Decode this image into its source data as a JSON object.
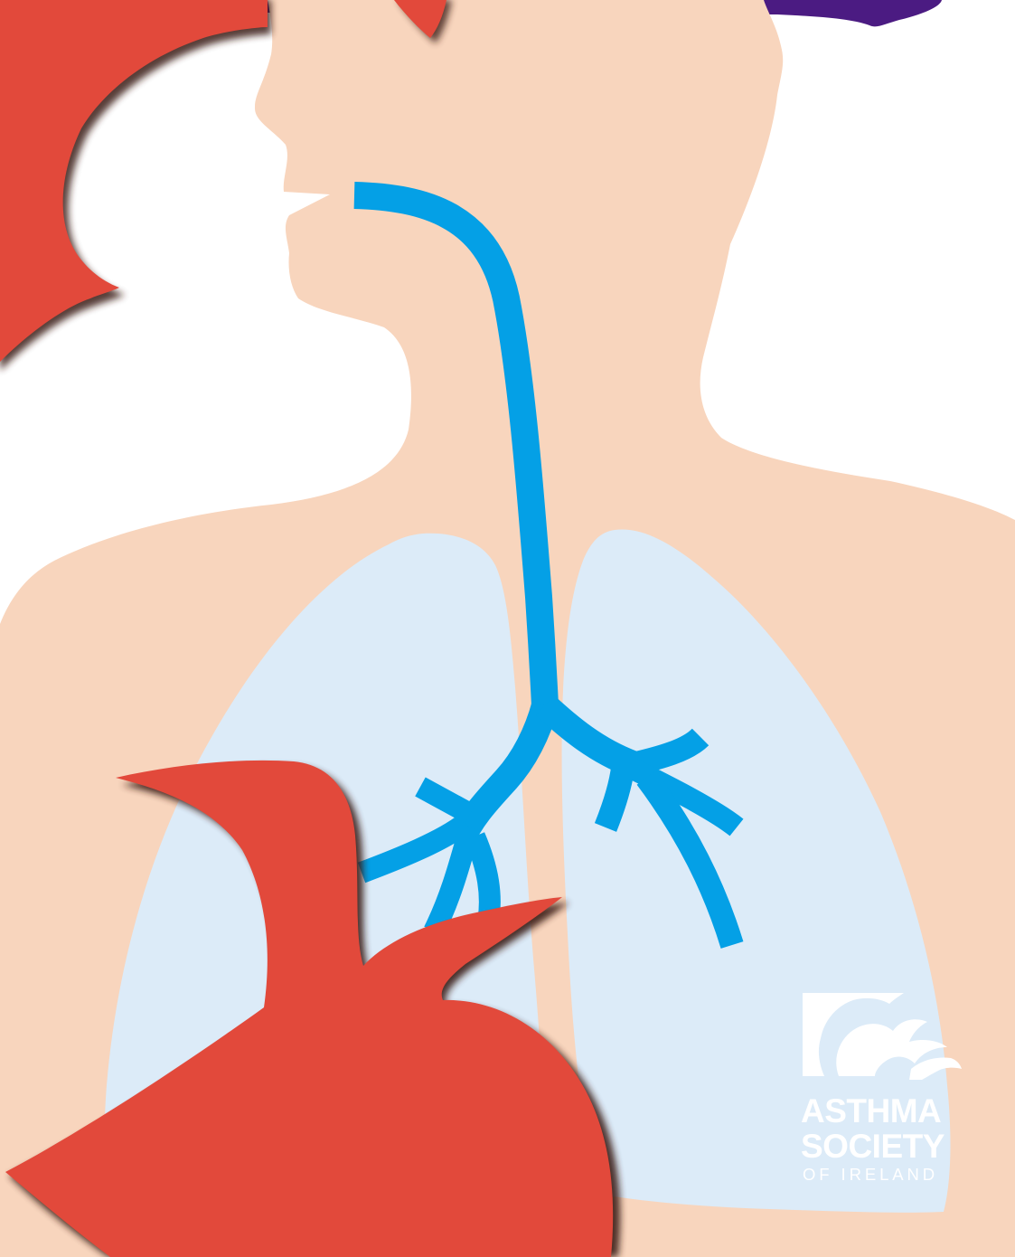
{
  "colors": {
    "background": "#ffffff",
    "skin": "#f8d5bd",
    "lungs": "#dcebf8",
    "airway": "#04a0e6",
    "bird": "#e2493b",
    "bird_shadow": "#3a1a12",
    "banner": "#4b1b82",
    "logo_text": "#ffffff"
  },
  "logo": {
    "line1": "ASTHMA",
    "line2": "SOCIETY",
    "line3": "OF IRELAND",
    "icon": "cloud-bird-icon"
  }
}
